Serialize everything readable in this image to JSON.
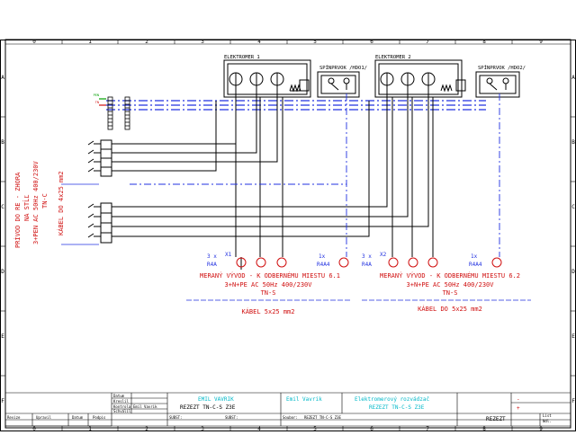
{
  "ruler": {
    "top": [
      "0",
      "1",
      "2",
      "3",
      "4",
      "5",
      "6",
      "7",
      "8",
      "9"
    ],
    "bottom": [
      "0",
      "1",
      "2",
      "3",
      "4",
      "5",
      "6",
      "7",
      "8",
      "9"
    ],
    "left": [
      "A",
      "B",
      "C",
      "D",
      "E",
      "F"
    ],
    "right": [
      "A",
      "B",
      "C",
      "D",
      "E",
      "F"
    ]
  },
  "panel1": {
    "meter_title": "ELEKTROMER 1",
    "switch_title": "SPÍNPRVOK /HDO1/"
  },
  "panel2": {
    "meter_title": "ELEKTROMER 2",
    "switch_title": "SPÍNPRVOK /HDO2/"
  },
  "busbar_labels": [
    "PEN",
    "TN"
  ],
  "supply_text": {
    "line1": "PRÍVOD DO RE - ZHORA",
    "line2": "NA STĹĽ",
    "line3": "3+PEN AC 50Hz 400/230V",
    "line4": "TN-C",
    "line5": "KÁBEL DO 4x25 mm2"
  },
  "outputs": {
    "group1": {
      "count": "3 x",
      "type": "R4A",
      "mark": "X1",
      "single_count": "1x",
      "single_type": "R4A4",
      "desc1": "MERANÝ VÝVOD - K ODBERNÉMU MIESTU 6.1",
      "desc2": "3+N+PE AC 50Hz 400/230V",
      "desc3": "TN-S",
      "cable": "KÁBEL 5x25 mm2"
    },
    "group2": {
      "count": "3 x",
      "type": "R4A",
      "mark": "X2",
      "single_count": "1x",
      "single_type": "R4A4",
      "desc1": "MERANÝ VÝVOD - K ODBERNÉMU MIESTU 6.2",
      "desc2": "3+N+PE AC 50Hz 400/230V",
      "desc3": "TN-S",
      "cable": "KÁBEL DO 5x25 mm2"
    }
  },
  "title_block": {
    "datum": "Datum",
    "kreslil": "Kreslil",
    "kreslil_name": "Emil Vavrik",
    "kontrola": "Kontrola",
    "schvalil": "Schválil",
    "revize": "Revize",
    "upravil": "Upravil",
    "datum2": "Datum",
    "podpis": "Podpis",
    "author": "EMIL VAVRIK",
    "drawing_name": "REZEZT TN-C-S Z3E",
    "author2": "Emil Vavrik",
    "project_title": "Elektromerový rozvádzač",
    "project_sub": "REZEZT TN-C-S Z3E",
    "subst1": "SUBST:",
    "subst2": "SUBST:",
    "soubor": "Soubor:",
    "soubor_value": "REZEZT TN-C-S Z3E",
    "code": "REZEZT",
    "list": "List",
    "ndl": "Ndl.",
    "minus": "-",
    "plus": "+",
    "accent_cyan": "#00b8c8",
    "accent_red": "#d01010",
    "accent_blue": "#2030e0"
  }
}
